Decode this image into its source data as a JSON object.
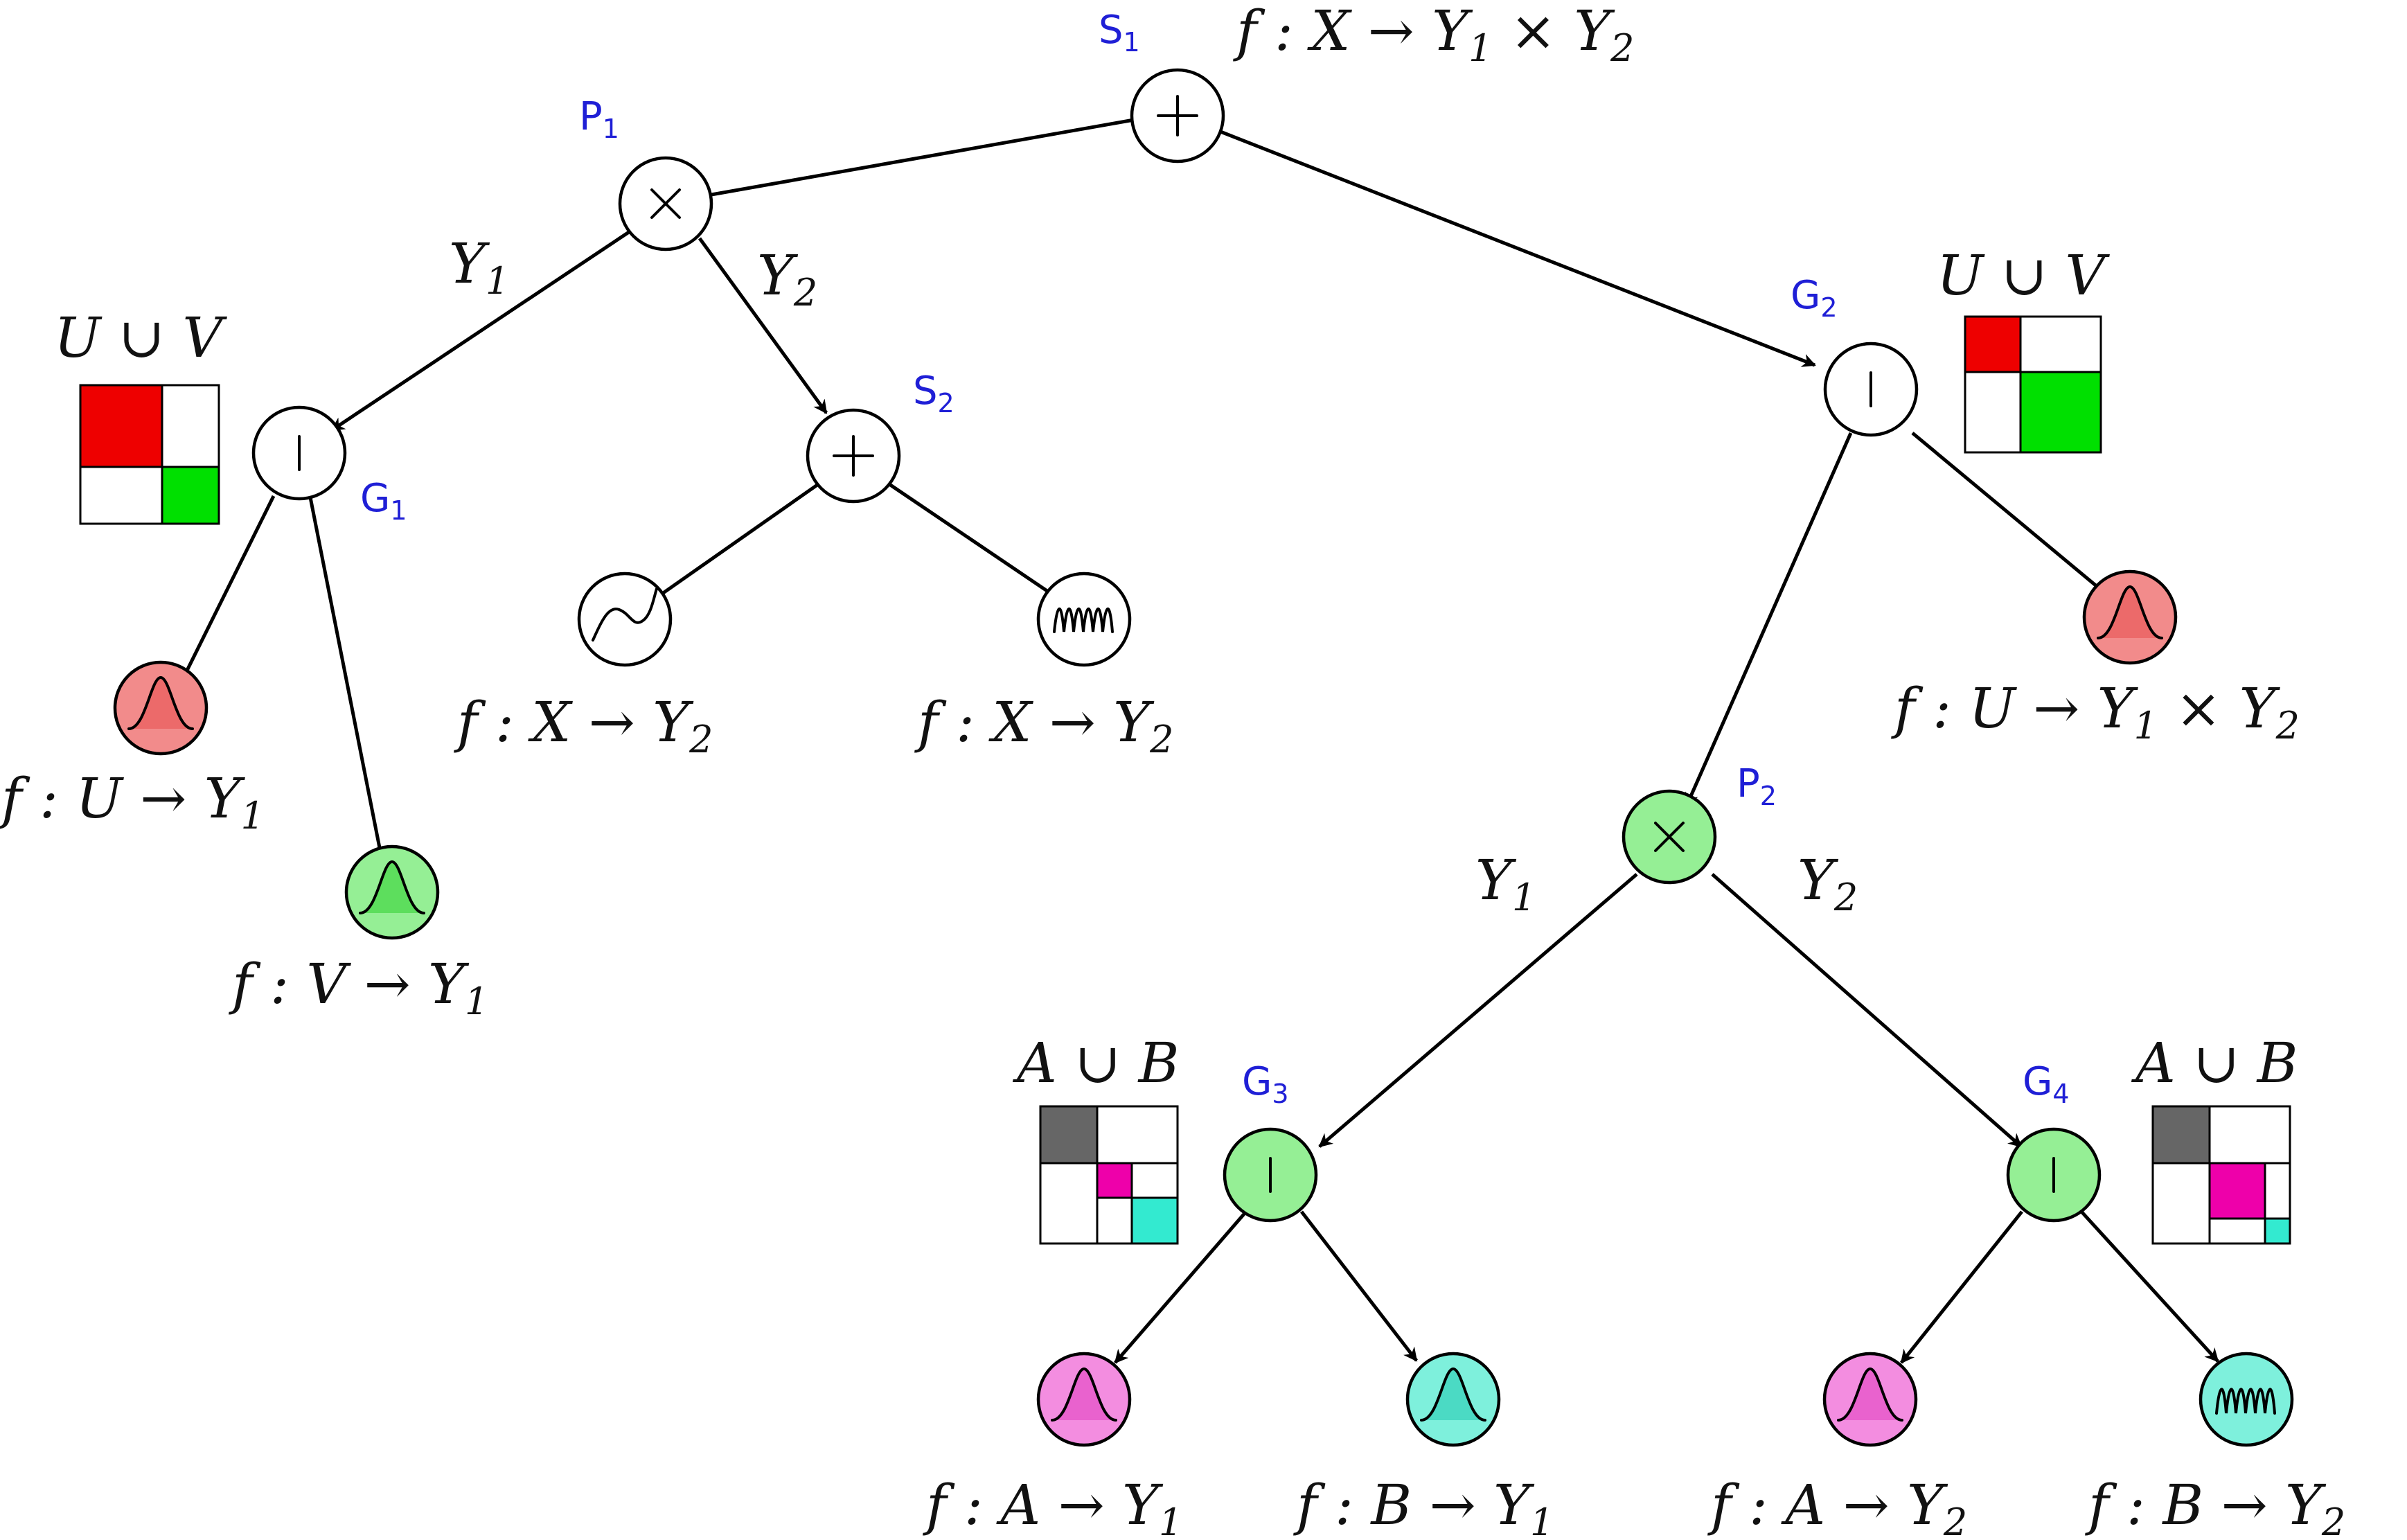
{
  "colors": {
    "white": "#ffffff",
    "red_leaf": "#f28b8b",
    "green_node": "#95ef95",
    "pink_leaf": "#f38de0",
    "cyan_leaf": "#7ef0dc",
    "matrix_red": "#ee0000",
    "matrix_green": "#00e000",
    "matrix_gray": "#666666",
    "matrix_magenta": "#ee00aa",
    "matrix_cyan": "#33ead0",
    "node_label": "#1f1fd6"
  },
  "node_labels": {
    "S1": {
      "base": "S",
      "sub": "1"
    },
    "P1": {
      "base": "P",
      "sub": "1"
    },
    "S2": {
      "base": "S",
      "sub": "2"
    },
    "G1": {
      "base": "G",
      "sub": "1"
    },
    "G2": {
      "base": "G",
      "sub": "2"
    },
    "P2": {
      "base": "P",
      "sub": "2"
    },
    "G3": {
      "base": "G",
      "sub": "3"
    },
    "G4": {
      "base": "G",
      "sub": "4"
    }
  },
  "node_symbols": {
    "S1": "plus",
    "P1": "times",
    "S2": "plus",
    "G1": "bar",
    "G2": "bar",
    "P2": "times",
    "G3": "bar",
    "G4": "bar"
  },
  "leaf_icons": {
    "L1": "gaussian-icon",
    "L2": "gaussian-icon",
    "L3": "sine-wave-icon",
    "L4": "high-frequency-wave-icon",
    "L5": "gaussian-icon",
    "L6": "gaussian-icon",
    "L7": "gaussian-icon",
    "L8": "gaussian-icon",
    "L9": "high-frequency-wave-icon"
  },
  "edge_labels": {
    "P1_left": {
      "base": "Y",
      "sub": "1"
    },
    "P1_right": {
      "base": "Y",
      "sub": "2"
    },
    "P2_left": {
      "base": "Y",
      "sub": "1"
    },
    "P2_right": {
      "base": "Y",
      "sub": "2"
    }
  },
  "functions": {
    "root": {
      "text": "f : X → Y",
      "sub1": "1",
      "mid": " × Y",
      "sub2": "2"
    },
    "leaf_G1_left": {
      "text": "f : U → Y",
      "sub1": "1"
    },
    "leaf_G1_right": {
      "text": "f : V → Y",
      "sub1": "1"
    },
    "leaf_S2_left": {
      "text": "f : X → Y",
      "sub1": "2"
    },
    "leaf_S2_right": {
      "text": "f : X → Y",
      "sub1": "2"
    },
    "leaf_G2_right": {
      "text": "f : U → Y",
      "sub1": "1",
      "mid": " × Y",
      "sub2": "2"
    },
    "leaf_G3_left": {
      "text": "f : A → Y",
      "sub1": "1"
    },
    "leaf_G3_right": {
      "text": "f : B → Y",
      "sub1": "1"
    },
    "leaf_G4_left": {
      "text": "f : A → Y",
      "sub1": "2"
    },
    "leaf_G4_right": {
      "text": "f : B → Y",
      "sub1": "2"
    }
  },
  "set_labels": {
    "G1": "U ∪ V",
    "G2": "U ∪ V",
    "G3": "A ∪ B",
    "G4": "A ∪ B"
  }
}
